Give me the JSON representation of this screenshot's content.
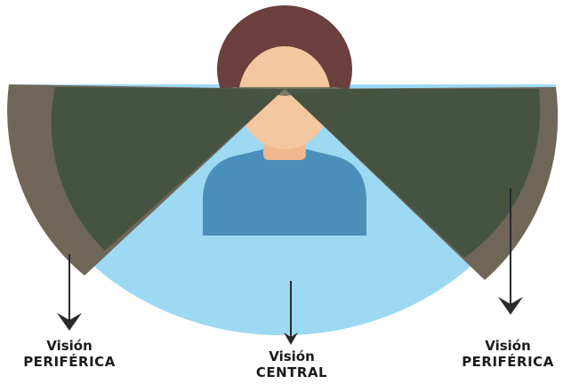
{
  "labels": {
    "left": {
      "line1": "Visión",
      "line2": "PERIFÉRICA"
    },
    "center": {
      "line1": "Visión",
      "line2": "CENTRAL"
    },
    "right": {
      "line1": "Visión",
      "line2": "PERIFÉRICA"
    }
  },
  "colors": {
    "central_field": "#9dd9f3",
    "peripheral_outer": "#6b6152",
    "peripheral_inner": "#4a5848",
    "hair": "#6b3f3d",
    "skin": "#f3c7a0",
    "body": "#4a8fb9",
    "arrow": "#2a2a2a",
    "text": "#1b1b1b"
  }
}
